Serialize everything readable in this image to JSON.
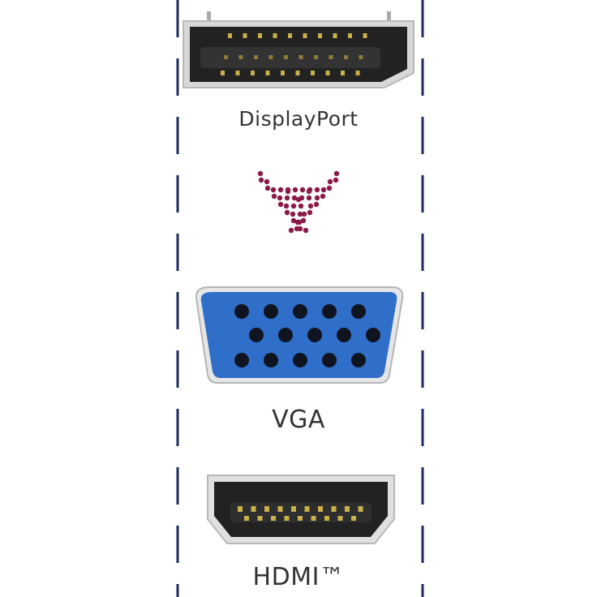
{
  "connectors": {
    "displayport": {
      "label": "DisplayPort"
    },
    "vga": {
      "label": "VGA"
    },
    "hdmi": {
      "label": "HDMI™"
    }
  },
  "colors": {
    "dashed_line": "#1c2a5e",
    "arrow_dots": "#8a1a4a",
    "vga_body": "#2f6fc9",
    "connector_dark": "#222222",
    "pin_gold": "#c8b04a"
  },
  "icons": {
    "arrow": "dotted-down-arrow-icon",
    "displayport": "displayport-connector-icon",
    "vga": "vga-connector-icon",
    "hdmi": "hdmi-connector-icon"
  }
}
